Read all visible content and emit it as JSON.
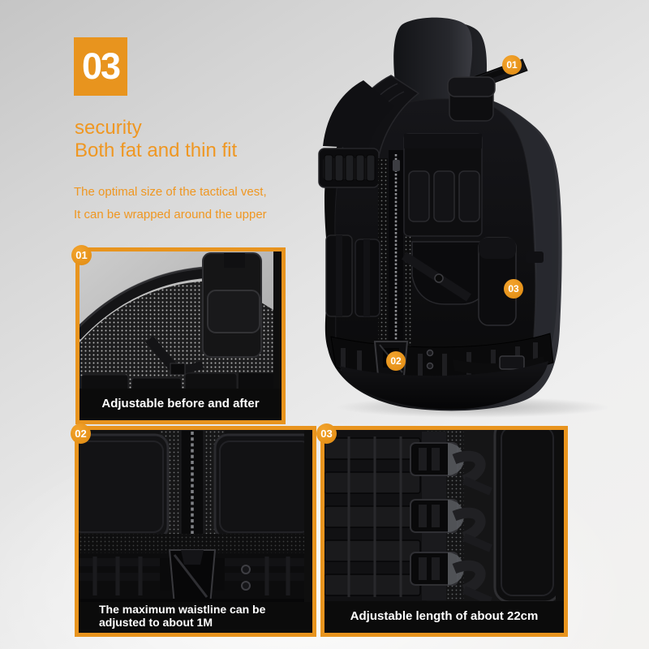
{
  "palette": {
    "accent": "#E8941E",
    "accent_bright": "#F3A42E",
    "caption_bar": "#0B0B0B",
    "caption_text": "#FFFFFF",
    "heading_text": "#EF9722"
  },
  "step": {
    "number": "03",
    "title_line1": "security",
    "title_line2": "Both fat and thin fit",
    "desc_line1": "The optimal size of the tactical vest,",
    "desc_line2": "It can be wrapped around the upper"
  },
  "hero_markers": [
    {
      "id": "01"
    },
    {
      "id": "02"
    },
    {
      "id": "03"
    }
  ],
  "callouts": [
    {
      "id": "01",
      "caption": "Adjustable before and after"
    },
    {
      "id": "02",
      "caption": "The maximum waistline can be adjusted to about 1M"
    },
    {
      "id": "03",
      "caption": "Adjustable length of about 22cm"
    }
  ]
}
